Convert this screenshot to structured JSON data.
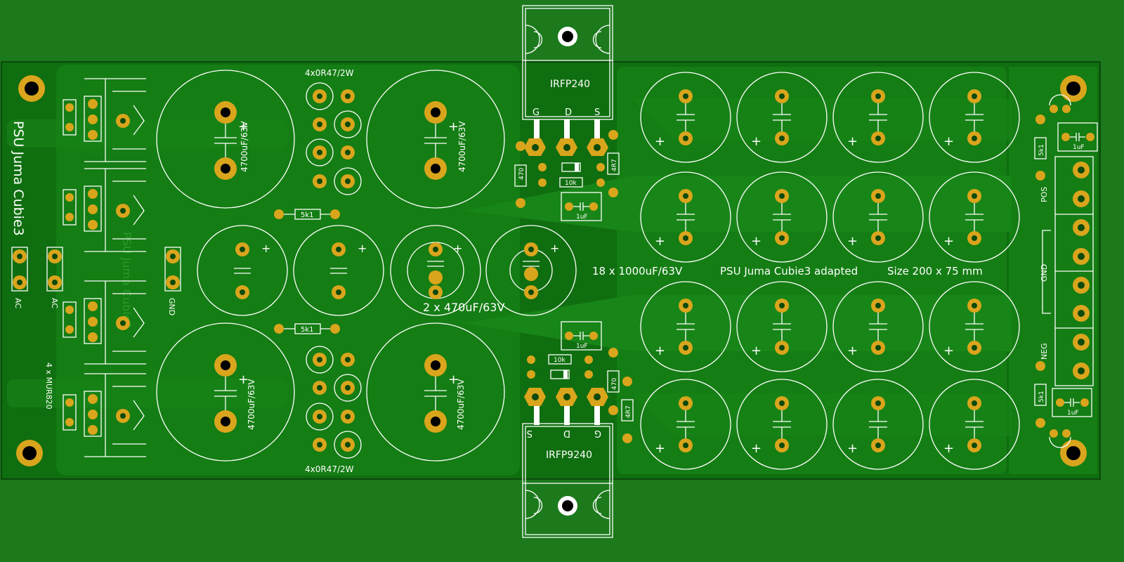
{
  "board": {
    "title_vertical": "PSU Juma Cubie3",
    "title_main": "PSU Juma Cubie3 adapted",
    "size_note": "Size  200 x 75 mm",
    "cap_bank_note": "18 x 1000uF/63V",
    "ghost_text": "PSU Juma Cubie3"
  },
  "labels": {
    "ac1": "AC",
    "ac2": "AC",
    "gnd_left": "GND",
    "diodes": "4 x MUR820",
    "res_top": "4x0R47/2W",
    "res_bottom": "4x0R47/2W",
    "big_cap": "4700uF/63V",
    "mid_caps": "2 x 470uF/63V",
    "r5k1": "5k1",
    "r10k": "10k",
    "r470": "470",
    "r4r7": "4R7",
    "c1uf": "1uF",
    "pos": "POS",
    "gnd_right": "GND",
    "neg": "NEG",
    "plus": "+"
  },
  "transistors": {
    "top": {
      "name": "IRFP240",
      "pins": [
        "G",
        "D",
        "S"
      ]
    },
    "bottom": {
      "name": "IRFP9240",
      "pins": [
        "S",
        "D",
        "G"
      ]
    }
  },
  "colors": {
    "background": "#1c7a1c",
    "board": "#0f6e0f",
    "copper_pour": "#158015",
    "pad": "#d9a51c",
    "silkscreen": "#ffffff"
  }
}
